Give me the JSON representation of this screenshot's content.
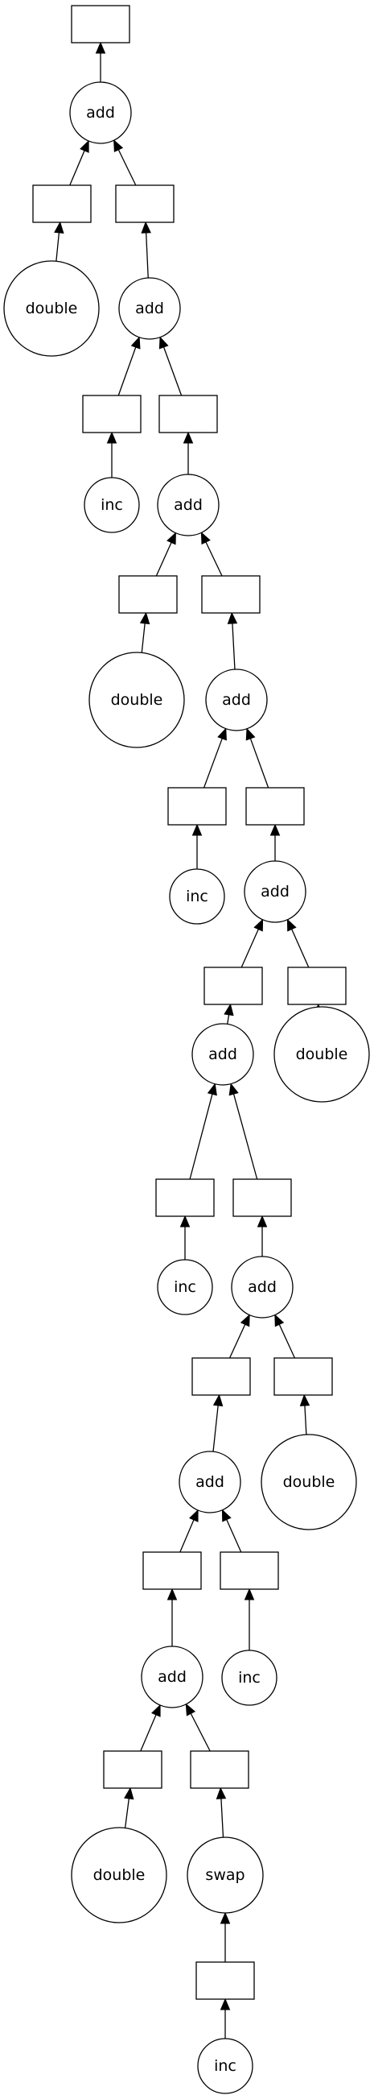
{
  "diagram": {
    "type": "task-graph",
    "nodes": [
      {
        "id": "r0",
        "kind": "data"
      },
      {
        "id": "add0",
        "kind": "function",
        "label": "add"
      },
      {
        "id": "r1",
        "kind": "data"
      },
      {
        "id": "r2",
        "kind": "data"
      },
      {
        "id": "double0",
        "kind": "function",
        "label": "double"
      },
      {
        "id": "add1",
        "kind": "function",
        "label": "add"
      },
      {
        "id": "r3",
        "kind": "data"
      },
      {
        "id": "r4",
        "kind": "data"
      },
      {
        "id": "inc0",
        "kind": "function",
        "label": "inc"
      },
      {
        "id": "add2",
        "kind": "function",
        "label": "add"
      },
      {
        "id": "r5",
        "kind": "data"
      },
      {
        "id": "r6",
        "kind": "data"
      },
      {
        "id": "double1",
        "kind": "function",
        "label": "double"
      },
      {
        "id": "add3",
        "kind": "function",
        "label": "add"
      },
      {
        "id": "r7",
        "kind": "data"
      },
      {
        "id": "r8",
        "kind": "data"
      },
      {
        "id": "inc1",
        "kind": "function",
        "label": "inc"
      },
      {
        "id": "add4",
        "kind": "function",
        "label": "add"
      },
      {
        "id": "r9",
        "kind": "data"
      },
      {
        "id": "r10",
        "kind": "data"
      },
      {
        "id": "add5",
        "kind": "function",
        "label": "add"
      },
      {
        "id": "double2",
        "kind": "function",
        "label": "double"
      },
      {
        "id": "r11",
        "kind": "data"
      },
      {
        "id": "r12",
        "kind": "data"
      },
      {
        "id": "inc2",
        "kind": "function",
        "label": "inc"
      },
      {
        "id": "add6",
        "kind": "function",
        "label": "add"
      },
      {
        "id": "r13",
        "kind": "data"
      },
      {
        "id": "r14",
        "kind": "data"
      },
      {
        "id": "add7",
        "kind": "function",
        "label": "add"
      },
      {
        "id": "double3",
        "kind": "function",
        "label": "double"
      },
      {
        "id": "r15",
        "kind": "data"
      },
      {
        "id": "r16",
        "kind": "data"
      },
      {
        "id": "add8",
        "kind": "function",
        "label": "add"
      },
      {
        "id": "inc3",
        "kind": "function",
        "label": "inc"
      },
      {
        "id": "r17",
        "kind": "data"
      },
      {
        "id": "r18",
        "kind": "data"
      },
      {
        "id": "double4",
        "kind": "function",
        "label": "double"
      },
      {
        "id": "swap0",
        "kind": "function",
        "label": "swap"
      },
      {
        "id": "r19",
        "kind": "data"
      },
      {
        "id": "inc4",
        "kind": "function",
        "label": "inc"
      }
    ],
    "edges": [
      [
        "add0",
        "r0"
      ],
      [
        "r1",
        "add0"
      ],
      [
        "r2",
        "add0"
      ],
      [
        "double0",
        "r1"
      ],
      [
        "add1",
        "r2"
      ],
      [
        "r3",
        "add1"
      ],
      [
        "r4",
        "add1"
      ],
      [
        "inc0",
        "r3"
      ],
      [
        "add2",
        "r4"
      ],
      [
        "r5",
        "add2"
      ],
      [
        "r6",
        "add2"
      ],
      [
        "double1",
        "r5"
      ],
      [
        "add3",
        "r6"
      ],
      [
        "r7",
        "add3"
      ],
      [
        "r8",
        "add3"
      ],
      [
        "inc1",
        "r7"
      ],
      [
        "add4",
        "r8"
      ],
      [
        "r9",
        "add4"
      ],
      [
        "r10",
        "add4"
      ],
      [
        "add5",
        "r9"
      ],
      [
        "double2",
        "r10"
      ],
      [
        "r11",
        "add5"
      ],
      [
        "r12",
        "add5"
      ],
      [
        "inc2",
        "r11"
      ],
      [
        "add6",
        "r12"
      ],
      [
        "r13",
        "add6"
      ],
      [
        "r14",
        "add6"
      ],
      [
        "add7",
        "r13"
      ],
      [
        "double3",
        "r14"
      ],
      [
        "r15",
        "add7"
      ],
      [
        "r16",
        "add7"
      ],
      [
        "add8",
        "r15"
      ],
      [
        "inc3",
        "r16"
      ],
      [
        "r17",
        "add8"
      ],
      [
        "r18",
        "add8"
      ],
      [
        "double4",
        "r17"
      ],
      [
        "swap0",
        "r18"
      ],
      [
        "r19",
        "swap0"
      ],
      [
        "inc4",
        "r19"
      ]
    ]
  }
}
